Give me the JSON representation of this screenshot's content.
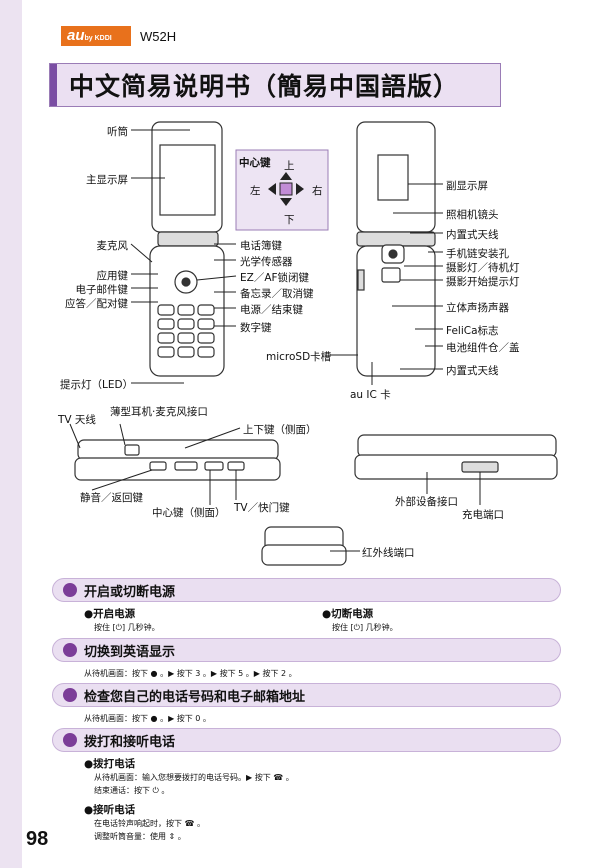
{
  "header": {
    "brand": "au",
    "brand_sub": "by KDDI",
    "model": "W52H",
    "title": "中文简易说明书（簡易中国語版）"
  },
  "diagram": {
    "left_labels": [
      "听筒",
      "主显示屏",
      "麦克风",
      "应用键",
      "电子邮件键",
      "应答／配对键",
      "提示灯（LED）"
    ],
    "center_labels": [
      "电话簿键",
      "光学传感器",
      "EZ／AF锁闭键",
      "备忘录／取消键",
      "电源／结束键",
      "数字键"
    ],
    "dpad": {
      "title": "中心键",
      "up": "上",
      "down": "下",
      "left": "左",
      "right": "右"
    },
    "back_labels": [
      "副显示屏",
      "照相机镜头",
      "内置式天线",
      "手机链安装孔",
      "摄影灯／待机灯",
      "摄影开始提示灯",
      "立体声扬声器",
      "FeliCa标志",
      "电池组件仓／盖",
      "内置式天线"
    ],
    "microsd": "microSD卡槽",
    "auic": "au IC 卡",
    "side_labels": {
      "tv_antenna": "TV 天线",
      "earphone": "薄型耳机·麦克风接口",
      "updown": "上下键（侧面）",
      "mute": "静音／返回键",
      "center_side": "中心键（侧面）",
      "tv_shutter": "TV／快门键",
      "ext_port": "外部设备接口",
      "charge": "充电端口",
      "infrared": "红外线端口"
    }
  },
  "sections": [
    {
      "title": "开启或切断电源",
      "items": [
        {
          "head": "●开启电源",
          "body": "按住 [⏻] 几秒钟。"
        },
        {
          "head": "●切断电源",
          "body": "按住 [⏻] 几秒钟。"
        }
      ]
    },
    {
      "title": "切换到英语显示",
      "items": [
        {
          "body": "从待机画面：按下 ● 。▶ 按下 3 。▶ 按下 5 。▶ 按下 2 。"
        }
      ]
    },
    {
      "title": "检查您自己的电话号码和电子邮箱地址",
      "items": [
        {
          "body": "从待机画面：按下 ● 。▶ 按下 0 。"
        }
      ]
    },
    {
      "title": "拨打和接听电话",
      "items": [
        {
          "head": "●拨打电话",
          "body": "从待机画面：输入您想要拨打的电话号码。▶ 按下 ☎ 。",
          "body2": "结束通话：按下 ⏻ 。"
        },
        {
          "head": "●接听电话",
          "body": "在电话铃声响起时，按下 ☎ 。",
          "body2": "调整听筒音量：使用 ⇕ 。"
        }
      ]
    }
  ],
  "page_number": "98",
  "colors": {
    "accent": "#7b3d98",
    "section_bg": "#eadff1",
    "brand": "#e8711c"
  }
}
